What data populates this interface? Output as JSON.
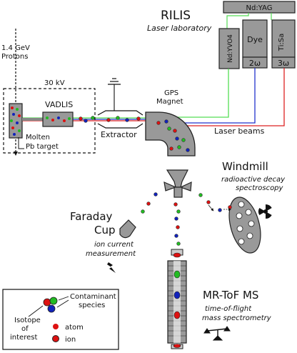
{
  "rilis": {
    "title": "RILIS",
    "subtitle": "Laser laboratory",
    "ndyag": "Nd:YAG",
    "ndyvo4": "Nd:YVO4",
    "dye": "Dye",
    "tisa": "Ti:Sa",
    "dye_harmonic": "2ω",
    "tisa_harmonic": "3ω",
    "beams": "Laser beams"
  },
  "protons": {
    "energy": "1.4 GeV",
    "label": "Protons"
  },
  "source": {
    "voltage": "30 kV",
    "vadlis": "VADLIS",
    "target_line1": "Molten",
    "target_line2": "Pb target"
  },
  "extractor": "Extractor",
  "gps": {
    "line1": "GPS",
    "line2": "Magnet"
  },
  "windmill": {
    "title": "Windmill",
    "desc1": "radioactive decay",
    "desc2": "spectroscopy"
  },
  "faraday": {
    "title1": "Faraday",
    "title2": "Cup",
    "desc1": "ion current",
    "desc2": "measurement"
  },
  "mrtof": {
    "title": "MR-ToF MS",
    "desc1": "time-of-flight",
    "desc2": "mass spectrometry"
  },
  "legend": {
    "contaminant1": "Contaminant",
    "contaminant2": "species",
    "isotope1": "Isotope",
    "isotope2": "of",
    "isotope3": "interest",
    "atom": "atom",
    "ion": "ion"
  },
  "colors": {
    "green_beam": "#55dd55",
    "blue_beam": "#2233cc",
    "red_beam": "#dd2222",
    "atom_red": "#dd1111",
    "atom_green": "#22bb22",
    "atom_blue": "#1122bb",
    "device_gray": "#999999"
  }
}
